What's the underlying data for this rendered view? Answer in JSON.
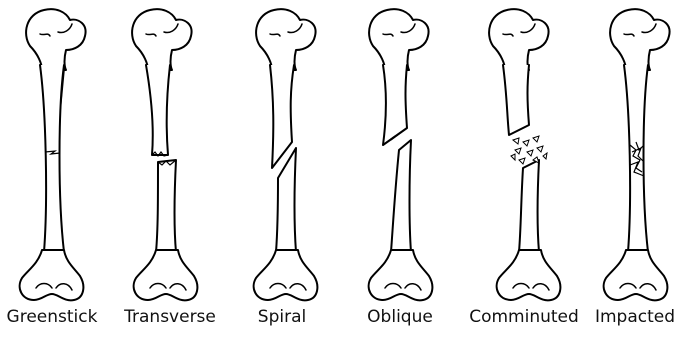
{
  "fracture_types": [
    {
      "label": "Greenstick"
    },
    {
      "label": "Transverse"
    },
    {
      "label": "Spiral"
    },
    {
      "label": "Oblique"
    },
    {
      "label": "Comminuted"
    },
    {
      "label": "Impacted"
    }
  ]
}
